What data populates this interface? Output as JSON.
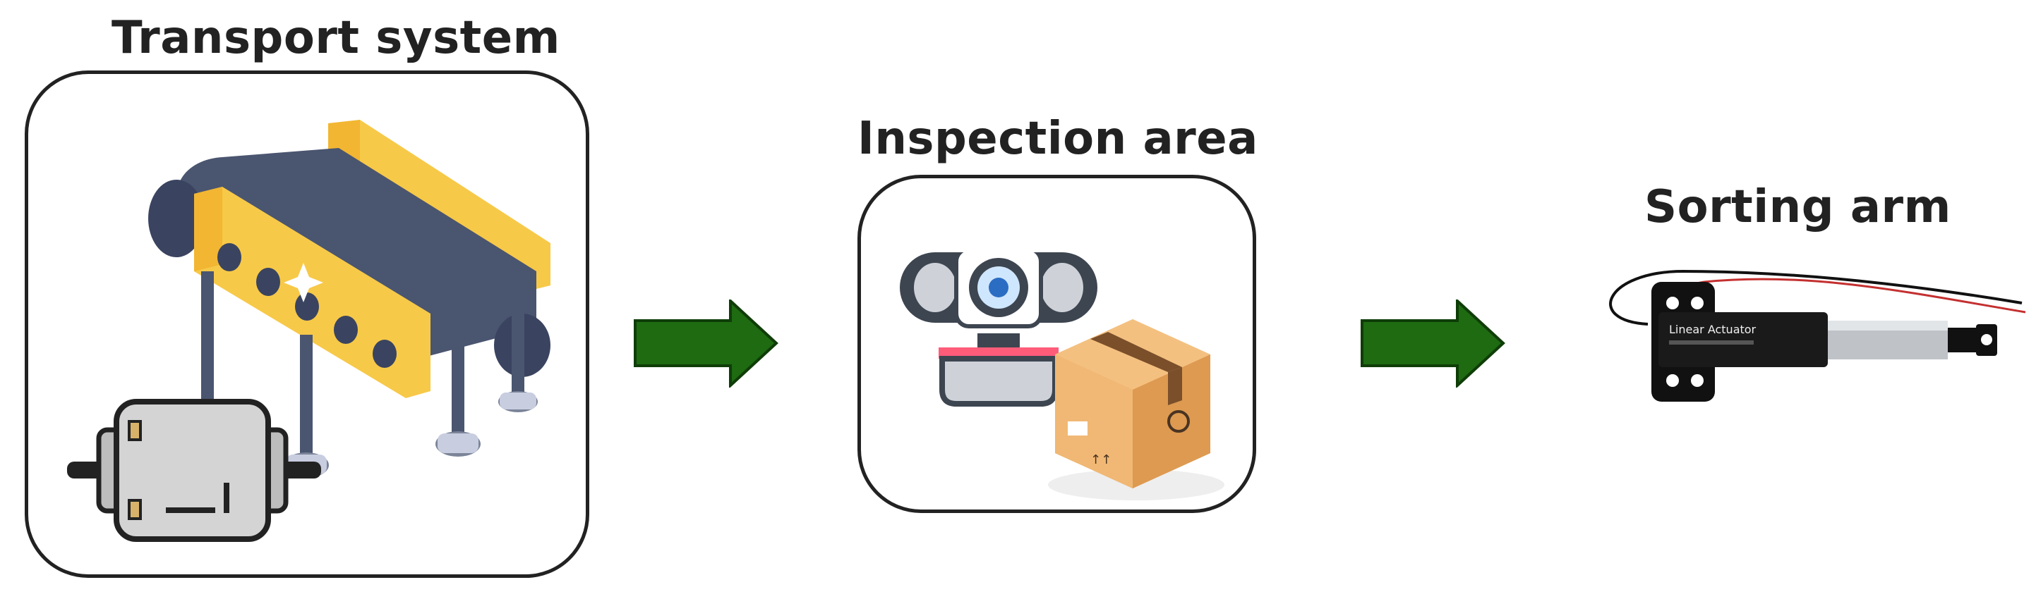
{
  "diagram": {
    "stages": [
      {
        "id": "transport",
        "title": "Transport system"
      },
      {
        "id": "inspection",
        "title": "Inspection area"
      },
      {
        "id": "sorting",
        "title": "Sorting arm"
      }
    ],
    "actuator_label": "Linear Actuator",
    "colors": {
      "arrow": "#1e6b12",
      "belt": "#4a5570",
      "belt_rail": "#f7c948",
      "box": "#e8a55c",
      "box_tape": "#7a4f2a",
      "camera_body": "#3d4550",
      "camera_accent": "#ff5c7a",
      "motor": "#d4d4d4",
      "outline": "#222222"
    }
  }
}
